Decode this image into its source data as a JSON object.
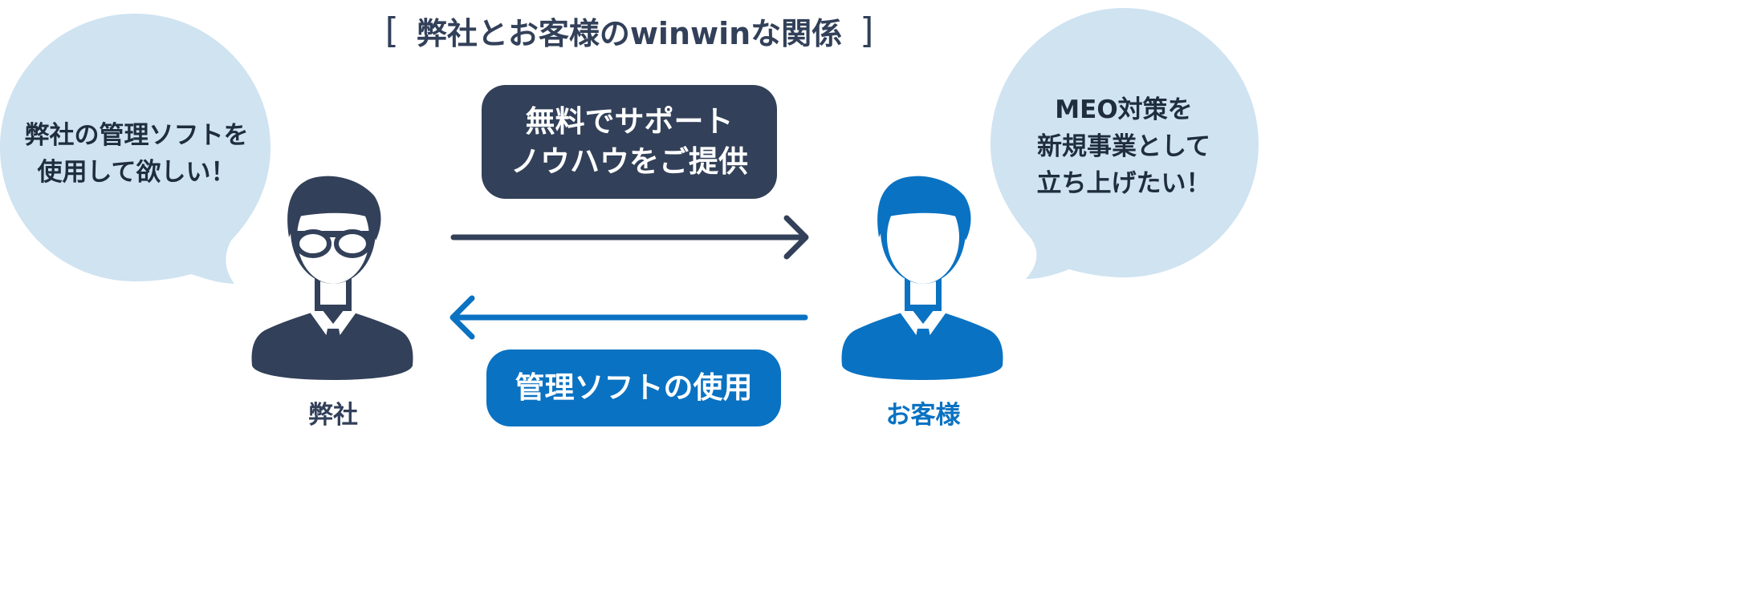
{
  "title": {
    "bracket_left": "[",
    "text": "弊社とお客様のwinwinな関係",
    "bracket_right": "]"
  },
  "left_bubble": {
    "lines": [
      "弊社の管理ソフトを",
      "使用して欲しい！"
    ]
  },
  "right_bubble": {
    "lines": [
      "MEO対策を",
      "新規事業として",
      "立ち上げたい！"
    ]
  },
  "top_box": {
    "lines": [
      "無料でサポート",
      "ノウハウをご提供"
    ]
  },
  "bottom_box": {
    "text": "管理ソフトの使用"
  },
  "left_person": {
    "label": "弊社",
    "icon": "businessman-with-glasses-icon"
  },
  "right_person": {
    "label": "お客様",
    "icon": "businessman-icon"
  },
  "colors": {
    "navy": "#324059",
    "blue": "#0a72c2",
    "bubble": "#cfe3f1"
  }
}
